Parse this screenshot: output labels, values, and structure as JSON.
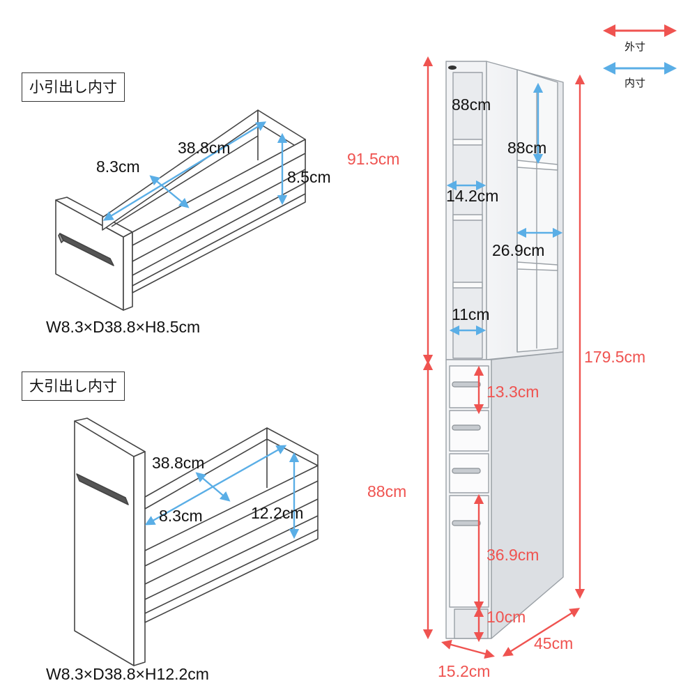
{
  "legend": {
    "outer_label": "外寸",
    "inner_label": "内寸",
    "outer_color": "#ef5350",
    "inner_color": "#5aaee6"
  },
  "small_drawer": {
    "title": "小引出し内寸",
    "width": "8.3cm",
    "depth": "38.8cm",
    "height": "8.5cm",
    "caption": "W8.3×D38.8×H8.5cm"
  },
  "large_drawer": {
    "title": "大引出し内寸",
    "width": "8.3cm",
    "depth": "38.8cm",
    "height": "12.2cm",
    "caption": "W8.3×D38.8×H12.2cm"
  },
  "cabinet": {
    "outer_upper_height": "91.5cm",
    "outer_lower_height": "88cm",
    "outer_total_height": "179.5cm",
    "outer_width": "15.2cm",
    "outer_depth": "45cm",
    "inner_shelf_left_height": "88cm",
    "inner_shelf_right_height": "88cm",
    "inner_shelf_left_width": "14.2cm",
    "inner_shelf_right_width": "26.9cm",
    "inner_shelf_bottom_width": "11cm",
    "drawer_small_height": "13.3cm",
    "drawer_large_height": "36.9cm",
    "plinth_height": "10cm"
  }
}
